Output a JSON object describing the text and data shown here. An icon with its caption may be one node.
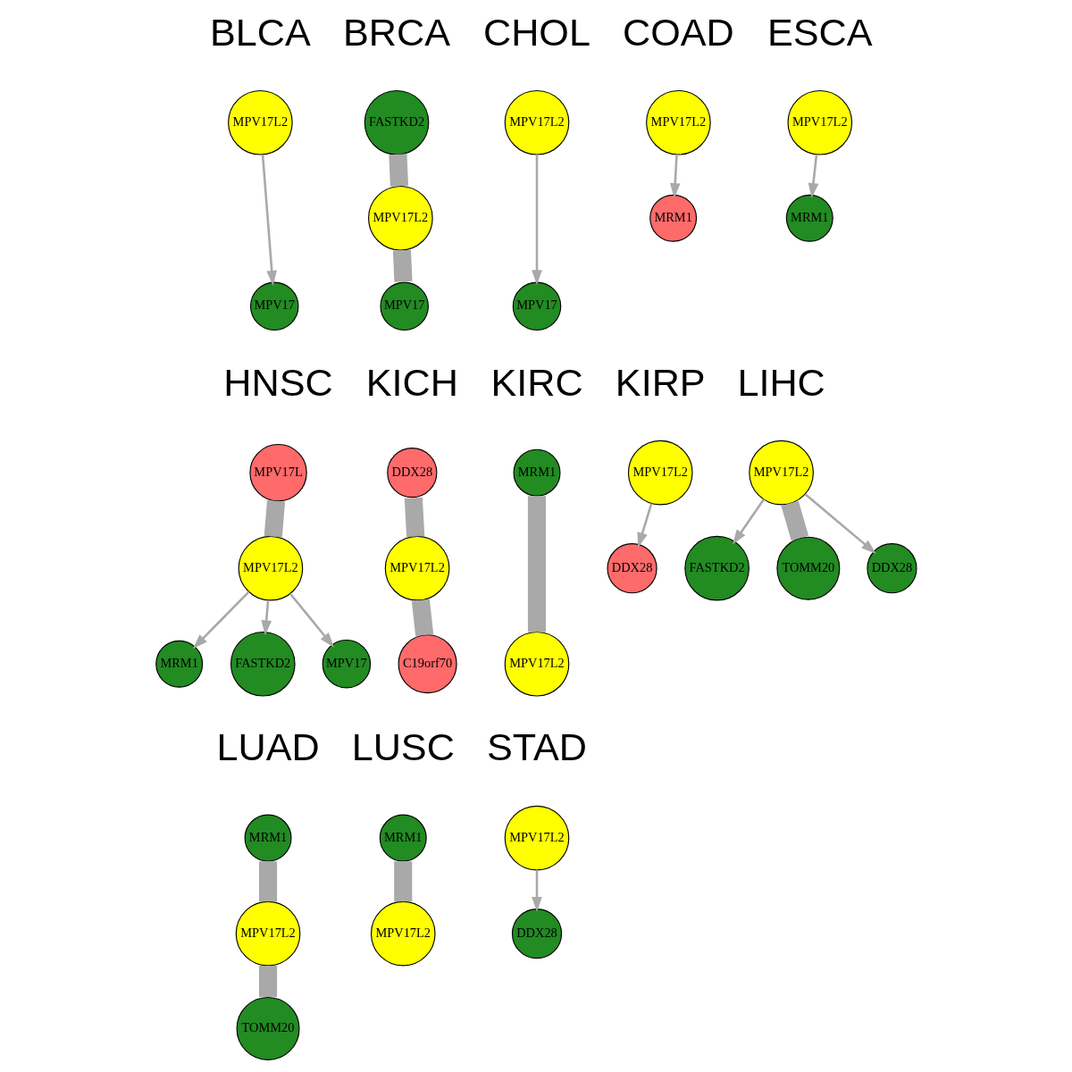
{
  "diagram": {
    "nodes": [
      {
        "text": [
          "MPV17L2"
        ]
      },
      {
        "text": [
          "MPV17"
        ]
      },
      {
        "text": [
          "FASTKD2"
        ]
      },
      {
        "text": [
          "MPV17L2"
        ]
      },
      {
        "text": [
          "MPV17"
        ]
      },
      {
        "text": [
          "MPV17L2"
        ]
      },
      {
        "text": [
          "MPV17"
        ]
      },
      {
        "text": [
          "MRM1"
        ]
      },
      {
        "text": [
          "MPV17L2"
        ]
      },
      {
        "text": [
          "MRM1"
        ]
      },
      {
        "text": [
          "MPV17L2"
        ]
      },
      {
        "text": [
          "MRM1"
        ]
      },
      {
        "text": [
          "FASTKD2"
        ]
      },
      {
        "text": [
          "MPV17L2"
        ]
      },
      {
        "text": [
          "MPV17L"
        ]
      },
      {
        "text": [
          "MPV17"
        ]
      },
      {
        "text": [
          "DDX28"
        ]
      },
      {
        "text": [
          "MPV17L2"
        ]
      },
      {
        "text": [
          "C19orf70"
        ]
      },
      {
        "text": [
          "MRM1"
        ]
      },
      {
        "text": [
          "MPV17L2"
        ]
      },
      {
        "text": [
          "DDX28"
        ]
      },
      {
        "text": [
          "MPV17L2"
        ]
      },
      {
        "text": [
          "DDX28"
        ]
      },
      {
        "text": [
          "FASTKD2"
        ]
      },
      {
        "text": [
          "MPV17L2"
        ]
      },
      {
        "text": [
          "TOMM20"
        ]
      },
      {
        "text": [
          "MRM1"
        ]
      },
      {
        "text": [
          "MPV17L2"
        ]
      },
      {
        "text": [
          "TOMM20"
        ]
      },
      {
        "text": [
          "MRM1"
        ]
      },
      {
        "text": [
          "MPV17L2"
        ]
      },
      {
        "text": [
          "DDX28"
        ]
      },
      {
        "text": [
          "MPV17L2"
        ]
      }
    ],
    "edges": [
      {
        "from": 0,
        "to": 1,
        "arrow": "to"
      },
      {
        "from": 2,
        "to": 3,
        "arrow": "none",
        "style": "thick"
      },
      {
        "from": 3,
        "to": 4,
        "arrow": "none",
        "style": "thick"
      },
      {
        "from": 5,
        "to": 6,
        "arrow": "to"
      },
      {
        "from": 8,
        "to": 7,
        "arrow": "to"
      },
      {
        "from": 10,
        "to": 9,
        "arrow": "to"
      },
      {
        "from": 13,
        "to": 11,
        "arrow": "to"
      },
      {
        "from": 13,
        "to": 12,
        "arrow": "to"
      },
      {
        "from": 14,
        "to": 13,
        "arrow": "none",
        "style": "thick"
      },
      {
        "from": 13,
        "to": 15,
        "arrow": "to"
      },
      {
        "from": 16,
        "to": 17,
        "arrow": "none",
        "style": "thick"
      },
      {
        "from": 17,
        "to": 18,
        "arrow": "none",
        "style": "thick"
      },
      {
        "from": 19,
        "to": 20,
        "arrow": "none",
        "style": "thick"
      },
      {
        "from": 22,
        "to": 21,
        "arrow": "to"
      },
      {
        "from": 25,
        "to": 23,
        "arrow": "to"
      },
      {
        "from": 25,
        "to": 24,
        "arrow": "to"
      },
      {
        "from": 25,
        "to": 26,
        "arrow": "none",
        "style": "thick"
      },
      {
        "from": 27,
        "to": 28,
        "arrow": "none",
        "style": "thick"
      },
      {
        "from": 28,
        "to": 29,
        "arrow": "none",
        "style": "thick"
      },
      {
        "from": 30,
        "to": 31,
        "arrow": "none",
        "style": "thick"
      },
      {
        "from": 33,
        "to": 32,
        "arrow": "to"
      }
    ],
    "labels": [
      "BLCA",
      "BRCA",
      "CHOL",
      "COAD",
      "ESCA",
      "HNSC",
      "KICH",
      "KIRC",
      "KIRP",
      "LIHC",
      "LUAD",
      "LUSC",
      "STAD"
    ]
  }
}
